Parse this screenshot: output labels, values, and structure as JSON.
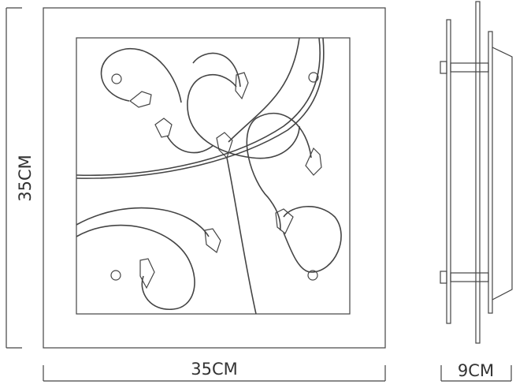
{
  "dimensions": {
    "height_label": "35CM",
    "width_label": "35CM",
    "depth_label": "9CM"
  },
  "colors": {
    "line": "#444444",
    "background": "#ffffff"
  }
}
